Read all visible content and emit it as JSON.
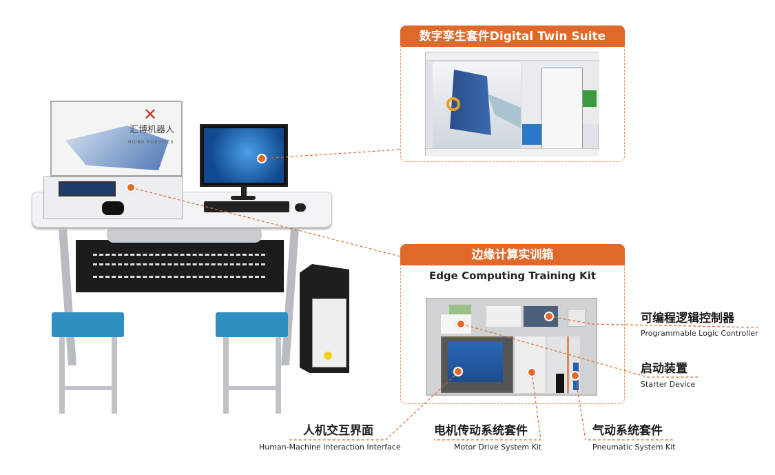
{
  "accent_color": "#e0692a",
  "digital_twin": {
    "title": "数字孪生套件Digital Twin Suite"
  },
  "edge_kit": {
    "title_cn": "边缘计算实训箱",
    "title_en": "Edge Computing Training Kit"
  },
  "brand": {
    "name_cn": "汇博机器人",
    "name_en": "HUIBO ROBOTICS"
  },
  "callouts": [
    {
      "cn": "可编程逻辑控制器",
      "en": "Programmable Logic Controller"
    },
    {
      "cn": "启动装置",
      "en": "Starter Device"
    },
    {
      "cn": "人机交互界面",
      "en": "Human-Machine Interaction Interface"
    },
    {
      "cn": "电机传动系统套件",
      "en": "Motor Drive System Kit"
    },
    {
      "cn": "气动系统套件",
      "en": "Pneumatic System Kit"
    }
  ]
}
